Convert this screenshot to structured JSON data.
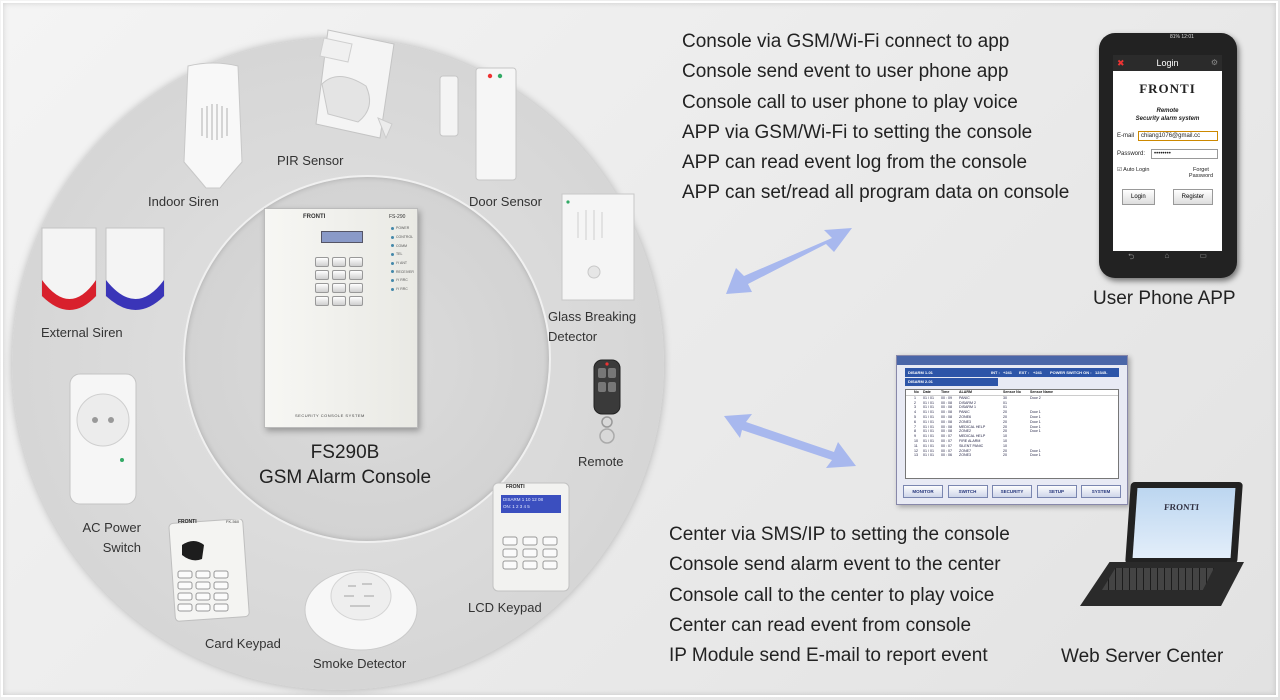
{
  "product": {
    "name": "FS290B",
    "subtitle": "GSM Alarm Console",
    "brand": "FRONTI",
    "model_tag": "FS-290",
    "console_footer": "SECURITY CONSOLE SYSTEM",
    "status_leds": [
      "POWER",
      "CONTROL",
      "COMM",
      "TEL",
      "IY ANT",
      "RECEIVER",
      "IY RRC",
      "IY RRC"
    ]
  },
  "devices": [
    {
      "key": "indoor-siren",
      "lines": [
        "Indoor Siren"
      ]
    },
    {
      "key": "pir-sensor",
      "lines": [
        "PIR Sensor"
      ]
    },
    {
      "key": "door-sensor",
      "lines": [
        "Door Sensor"
      ]
    },
    {
      "key": "glass-breaking-detector",
      "lines": [
        "Glass Breaking",
        "Detector"
      ]
    },
    {
      "key": "remote",
      "lines": [
        "Remote"
      ]
    },
    {
      "key": "lcd-keypad",
      "lines": [
        "LCD Keypad"
      ]
    },
    {
      "key": "smoke-detector",
      "lines": [
        "Smoke Detector"
      ]
    },
    {
      "key": "card-keypad",
      "lines": [
        "Card Keypad"
      ]
    },
    {
      "key": "ac-power-switch",
      "lines": [
        "AC Power",
        "Switch"
      ]
    },
    {
      "key": "external-siren",
      "lines": [
        "External Siren"
      ]
    }
  ],
  "lcd_keypad": {
    "brand": "FRONTI",
    "line1": "DISARM 1 10 12 08",
    "line2": "ON: 1 2 3 4 5"
  },
  "card_keypad": {
    "brand": "FRONTI",
    "model": "FK-560"
  },
  "app_features": [
    "Console via GSM/Wi-Fi connect to app",
    "Console send event to user phone app",
    "Console call to user phone to play voice",
    "APP via GSM/Wi-Fi to setting the console",
    "APP can read event log from the console",
    "APP can set/read all program data on console"
  ],
  "center_features": [
    "Center via SMS/IP to setting the console",
    "Console send alarm event to the center",
    "Console call to the center to play voice",
    "Center can read event from console",
    "IP Module send E-mail to report event"
  ],
  "phone": {
    "caption": "User Phone APP",
    "status": "81% 12:01",
    "title": "Login",
    "logo": "FRONTI",
    "subtitle_1": "Remote",
    "subtitle_2": "Security alarm system",
    "email_label": "E-mail",
    "email_value": "chiang1076@gmail.cc",
    "password_label": "Password:",
    "password_value": "••••••••",
    "auto_login": "Auto Login",
    "forget": "Forget Password",
    "login_button": "Login",
    "register_button": "Register"
  },
  "server": {
    "caption": "Web Server Center",
    "laptop_logo": "FRONTI",
    "header_1": "DISARM 1-01",
    "header_2": "DISARM 2-01",
    "int_label": "INT :",
    "int_value": "+241",
    "ext_label": "EXT :",
    "ext_value": "+241",
    "switch_label": "POWER SWITCH ON :",
    "switch_value": "12345-",
    "columns": [
      "No",
      "Date",
      "Time",
      "ALARM",
      "Sensor No",
      "Sensor Name"
    ],
    "rows": [
      [
        "1",
        "01 / 01",
        "00 : 09",
        "PANIC",
        "30",
        "Door 2"
      ],
      [
        "2",
        "01 / 01",
        "00 : 08",
        "DISARM 2",
        "01",
        ""
      ],
      [
        "3",
        "01 / 01",
        "00 : 08",
        "DISARM 1",
        "01",
        ""
      ],
      [
        "4",
        "01 / 01",
        "00 : 08",
        "PANIC",
        "20",
        "Door 1"
      ],
      [
        "5",
        "01 / 01",
        "00 : 08",
        "ZONE6",
        "20",
        "Door 1"
      ],
      [
        "6",
        "01 / 01",
        "00 : 08",
        "ZONE3",
        "20",
        "Door 1"
      ],
      [
        "7",
        "01 / 01",
        "00 : 08",
        "MEDICAL HELP",
        "20",
        "Door 1"
      ],
      [
        "8",
        "01 / 01",
        "00 : 08",
        "ZONE2",
        "20",
        "Door 1"
      ],
      [
        "9",
        "01 / 01",
        "00 : 07",
        "MEDICAL HELP",
        "10",
        ""
      ],
      [
        "10",
        "01 / 01",
        "00 : 07",
        "FIRE ALARM",
        "10",
        ""
      ],
      [
        "11",
        "01 / 01",
        "00 : 07",
        "SILENT PANIC",
        "10",
        ""
      ],
      [
        "12",
        "01 / 01",
        "00 : 07",
        "ZONE7",
        "20",
        "Door 1"
      ],
      [
        "13",
        "01 / 01",
        "00 : 06",
        "ZONE3",
        "20",
        "Door 1"
      ]
    ],
    "buttons": [
      "MONITOR",
      "SWITCH",
      "SECURITY",
      "SETUP",
      "SYSTEM"
    ]
  },
  "colors": {
    "arrow": "#a8b8ee",
    "arrow_tip": "#8ea2e6",
    "siren_red": "#d8202c",
    "siren_blue": "#3a35b8"
  }
}
